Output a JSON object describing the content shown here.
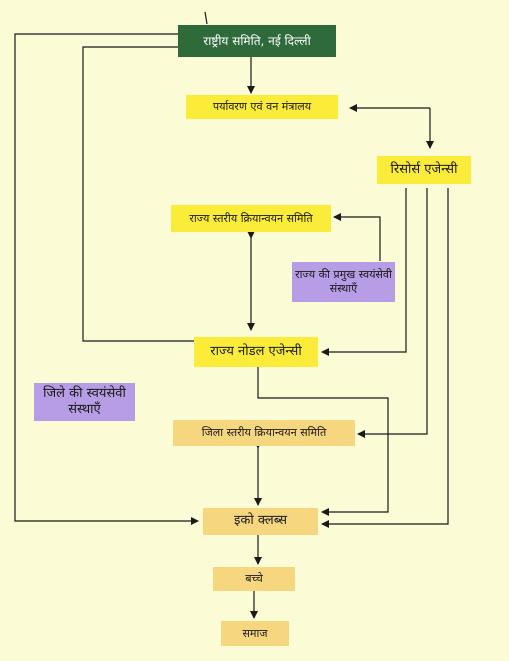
{
  "nodes": {
    "national_committee": "राष्ट्रीय समिति, नई दिल्ली",
    "ministry": "पर्यावरण एवं वन मंत्रालय",
    "resource_agency": "रिसोर्स एजेन्सी",
    "state_committee": "राज्य स्तरीय क्रियान्वयन समिति",
    "state_ngos": "राज्य की प्रमुख स्वयंसेवी संस्थाएँ",
    "state_nodal_agency": "राज्य नोडल एजेन्सी",
    "district_ngos": "जिले की स्वयंसेवी संस्थाएँ",
    "district_committee": "जिला स्तरीय क्रियान्वयन समिति",
    "eco_clubs": "इको क्लब्स",
    "children": "बच्चे",
    "society": "समाज"
  },
  "colors": {
    "background": "#fbfbd6",
    "green_box": "#2f6b3a",
    "yellow_box": "#fcec3a",
    "tan_box": "#f6d67e",
    "violet_box": "#b79ce6",
    "line": "#1a1a1a"
  }
}
